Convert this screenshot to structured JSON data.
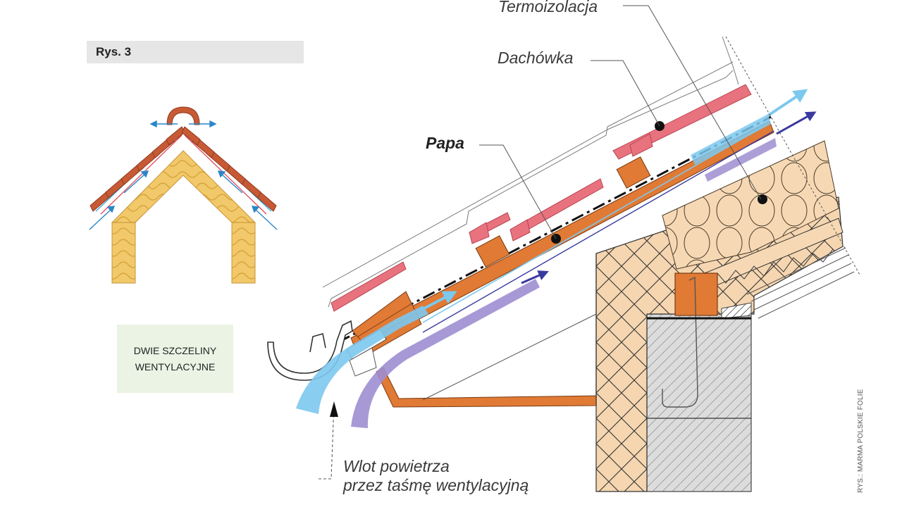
{
  "figure_label": "Rys. 3",
  "note": {
    "line1": "DWIE SZCZELINY",
    "line2": "WENTYLACYJNE"
  },
  "callouts": {
    "termoizolacja": "Termoizolacja",
    "dachowka": "Dachówka",
    "papa": "Papa",
    "wlot_line1": "Wlot powietrza",
    "wlot_line2": "przez taśmę wentylacyjną"
  },
  "credit": "RYS.: MARMA POLSKIE FOLIE",
  "colors": {
    "tile": "#e8737e",
    "timber": "#e07a35",
    "insulation": "#f6d9b4",
    "wall": "#f5d6b0",
    "concrete": "#dcdcdc",
    "air_light": "#7cc8ee",
    "air_purple": "#9d8ed1",
    "air_dark": "#3a3aa0"
  }
}
